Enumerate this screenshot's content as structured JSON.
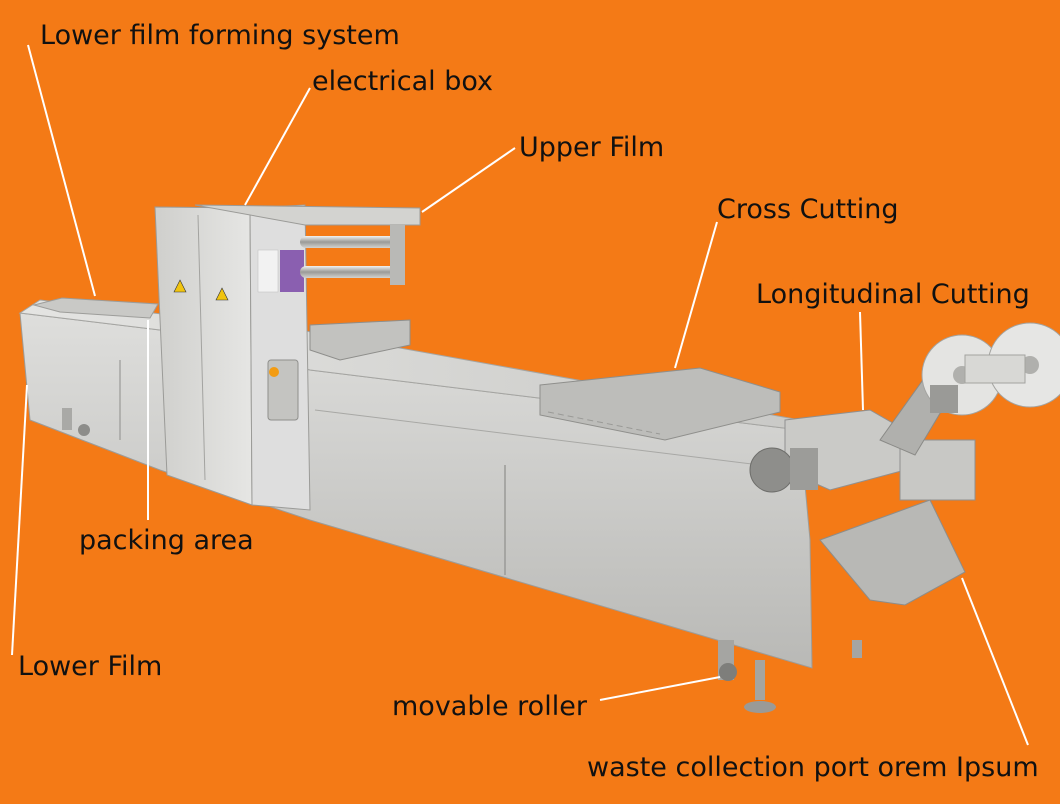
{
  "colors": {
    "background": "#f47a16",
    "steel_light": "#d9d9d7",
    "steel_mid": "#bdbdba",
    "steel_dark": "#8f8f8c",
    "callout_line": "#ffffff"
  },
  "labels": {
    "lower_film_forming_system": "Lower film forming system",
    "electrical_box": "electrical box",
    "upper_film": "Upper Film",
    "cross_cutting": "Cross Cutting",
    "longitudinal_cutting": "Longitudinal Cutting",
    "packing_area": "packing area",
    "lower_film": "Lower Film",
    "movable_roller": "movable roller",
    "waste_collection_port": "waste collection port orem Ipsum"
  }
}
